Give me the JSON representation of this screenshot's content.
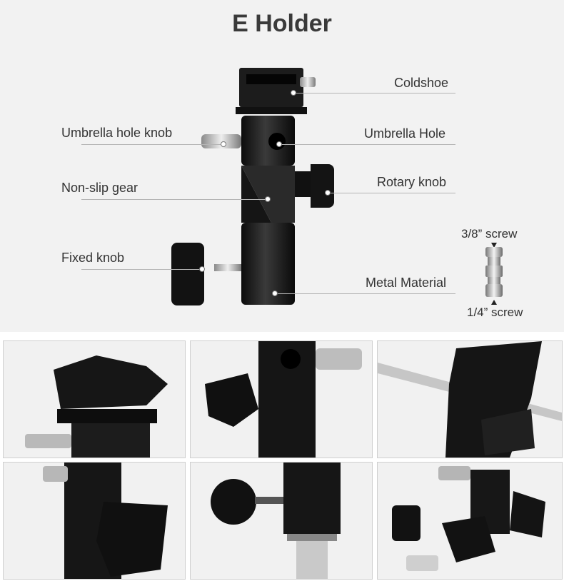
{
  "title": "E Holder",
  "labels": {
    "coldshoe": "Coldshoe",
    "umbrella_hole_knob": "Umbrella hole knob",
    "umbrella_hole": "Umbrella Hole",
    "non_slip_gear": "Non-slip gear",
    "rotary_knob": "Rotary knob",
    "fixed_knob": "Fixed knob",
    "metal_material": "Metal Material"
  },
  "screw": {
    "top_label": "3/8” screw",
    "bottom_label": "1/4” screw"
  },
  "photos": [
    "coldshoe-closeup",
    "umbrella-hole-closeup",
    "umbrella-rod-closeup",
    "rotary-knob-closeup",
    "fixed-knob-spigot-closeup",
    "assembly-with-adapter"
  ],
  "colors": {
    "background": "#f2f2f2",
    "text": "#333333",
    "metal_black": "#1a1a1a",
    "silver": "#c8c8c8"
  }
}
